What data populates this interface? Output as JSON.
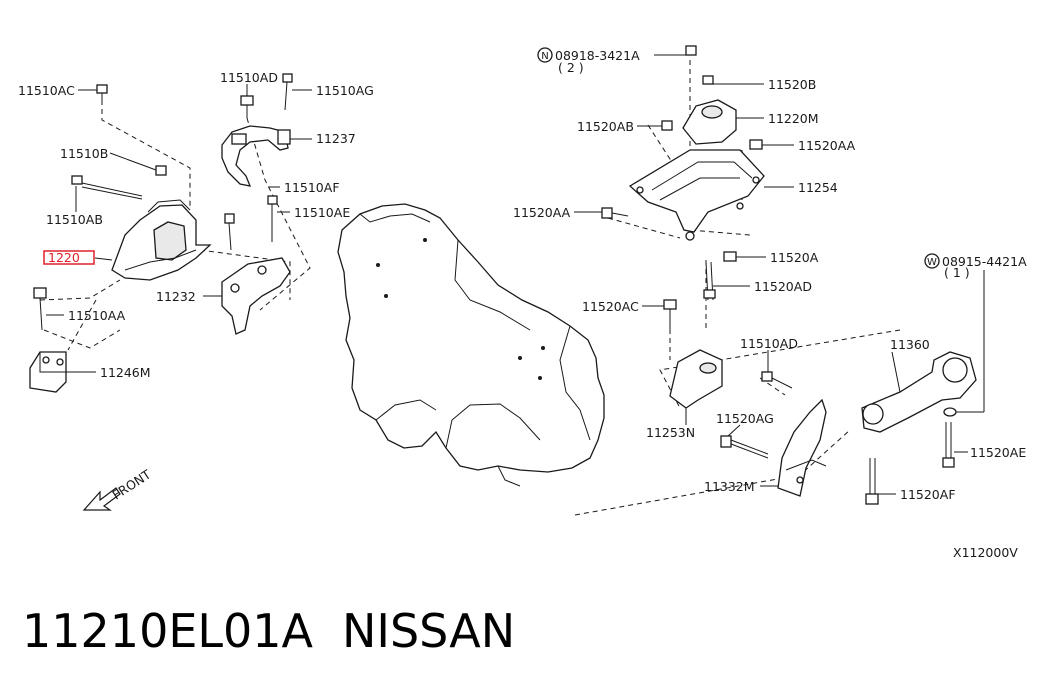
{
  "labels": {
    "l_11510AC": "11510AC",
    "l_11510AD_top": "11510AD",
    "l_11510AG": "11510AG",
    "l_11237": "11237",
    "l_11510B": "11510B",
    "l_11510AB": "11510AB",
    "l_11510AF": "11510AF",
    "l_11510AE": "11510AE",
    "l_11220": "1220",
    "l_11232": "11232",
    "l_11510AA": "11510AA",
    "l_11246M": "11246M",
    "l_N_code": "08918-3421A",
    "l_N_qty": "( 2 )",
    "l_11520B": "11520B",
    "l_11520AB": "11520AB",
    "l_11220M": "11220M",
    "l_11520AA_top": "11520AA",
    "l_11254": "11254",
    "l_11520AA_left": "11520AA",
    "l_11520A": "11520A",
    "l_W_code": "08915-4421A",
    "l_W_qty": "( 1 )",
    "l_11520AD": "11520AD",
    "l_11520AC": "11520AC",
    "l_11510AD_bot": "11510AD",
    "l_11360": "11360",
    "l_11520AG": "11520AG",
    "l_11253N": "11253N",
    "l_11520AE": "11520AE",
    "l_11332M": "11332M",
    "l_11520AF": "11520AF",
    "l_front": "FRONT",
    "l_ref": "X112000V"
  },
  "symbols": {
    "n_mark": "N",
    "w_mark": "W"
  },
  "caption": {
    "part_number": "11210EL01A",
    "brand": "NISSAN"
  },
  "highlight_color": "#e0202a"
}
